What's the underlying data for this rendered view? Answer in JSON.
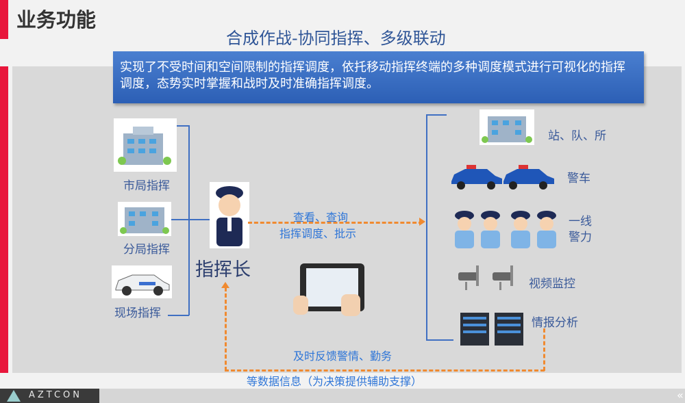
{
  "header": {
    "title": "业务功能",
    "subtitle": "合成作战-协同指挥、多级联动"
  },
  "banner": {
    "text": "实现了不受时间和空间限制的指挥调度，依托移动指挥终端的多种调度模式进行可视化的指挥调度，态势实时掌握和战时及时准确指挥调度。"
  },
  "left": {
    "items": [
      "市局指挥",
      "分局指挥",
      "现场指挥"
    ]
  },
  "center": {
    "commander": "指挥长",
    "action_line1": "查看、查询",
    "action_line2": "指挥调度、批示",
    "feedback": "及时反馈警情、勤务",
    "bottom_note": "等数据信息（为决策提供辅助支撑）"
  },
  "right": {
    "items": [
      "站、队、所",
      "警车",
      "一线\n警力",
      "视频监控",
      "情报分析"
    ]
  },
  "footer": {
    "logo": "AZTCON"
  },
  "colors": {
    "accent_red": "#e8173c",
    "blue": "#2f76d8",
    "orange": "#f08a30"
  }
}
